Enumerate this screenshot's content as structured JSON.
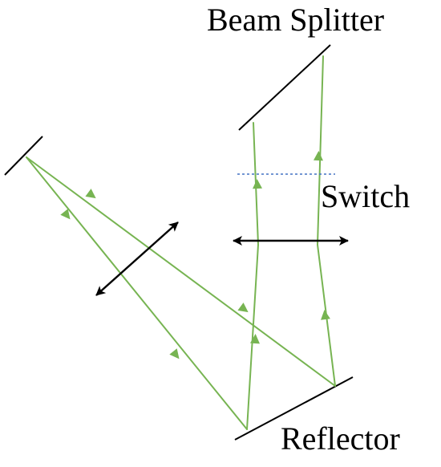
{
  "labels": {
    "beam_splitter": "Beam Splitter",
    "switch": "Switch",
    "reflector": "Reflector"
  },
  "colors": {
    "beam": "#77b452",
    "switch_line": "#4472c4",
    "mirror": "#000000",
    "arrow": "#000000"
  }
}
